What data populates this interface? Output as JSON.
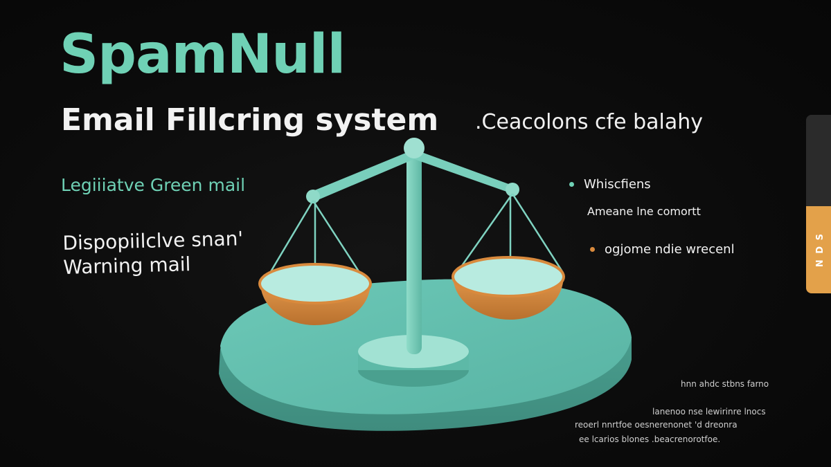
{
  "colors": {
    "background": "#0a0a0a",
    "brand_green": "#6fd1b5",
    "accent_teal": "#7fd3c1",
    "platform_teal": "#68c4b3",
    "pan_inner": "#b8ebe0",
    "pan_orange": "#d98a3d",
    "text_white": "#f2f2f2",
    "bullet_green": "#6fd1b5",
    "bullet_orange": "#d98a3d",
    "side_tab_orange": "#e3a14a"
  },
  "header": {
    "brand": "SpamNull",
    "subtitle": "Email Fillcring system",
    "tagline": ".Ceacolons cfe balahy"
  },
  "left_labels": {
    "green_label": "Legiiiatve Green mail",
    "warning_line1": "Dispopiilclve snan'",
    "warning_line2": "Warning mail"
  },
  "right_bullets": {
    "item1": "Whiscfiens",
    "item2": "Ameane lne comortt",
    "item3": "ogjome ndie wrecenl"
  },
  "footnotes": {
    "line1": "hnn ahdc stbns farno",
    "line2": "lanenoo nse lewirinre lnocs",
    "line3": "reoerl nnrtfoe oesnerenonet 'd dreonra",
    "line4": "ee lcarios blones .beacrenorotfoe."
  },
  "side_tab": {
    "label": "N D S"
  },
  "icons": {
    "scale": "balance-scale-illustration"
  }
}
